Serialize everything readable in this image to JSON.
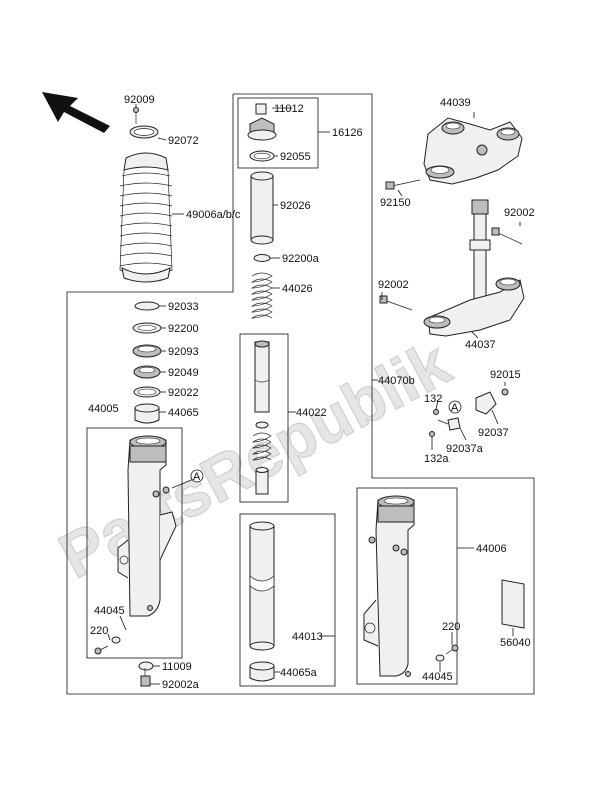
{
  "watermark": "PartsRepublik",
  "callout_marker": "A",
  "labels": {
    "p92009": "92009",
    "p92072": "92072",
    "p49006": "49006a/b/c",
    "p11012": "11012",
    "p16126": "16126",
    "p92055": "92055",
    "p92026": "92026",
    "p92200a": "92200a",
    "p44026": "44026",
    "p92033": "92033",
    "p92200": "92200",
    "p92093": "92093",
    "p92049": "92049",
    "p92022": "92022",
    "p44065": "44065",
    "p44005": "44005",
    "p44022": "44022",
    "p44070b": "44070b",
    "p44039": "44039",
    "p92150": "92150",
    "p92002_top": "92002",
    "p92002_mid": "92002",
    "p44037": "44037",
    "p92015": "92015",
    "p132": "132",
    "p92037": "92037",
    "p92037a": "92037a",
    "p132a": "132a",
    "p44006": "44006",
    "p56040": "56040",
    "p220_left": "220",
    "p44045_left": "44045",
    "p11009": "11009",
    "p92002a": "92002a",
    "p44013": "44013",
    "p44065a": "44065a",
    "p220_right": "220",
    "p44045_right": "44045"
  }
}
